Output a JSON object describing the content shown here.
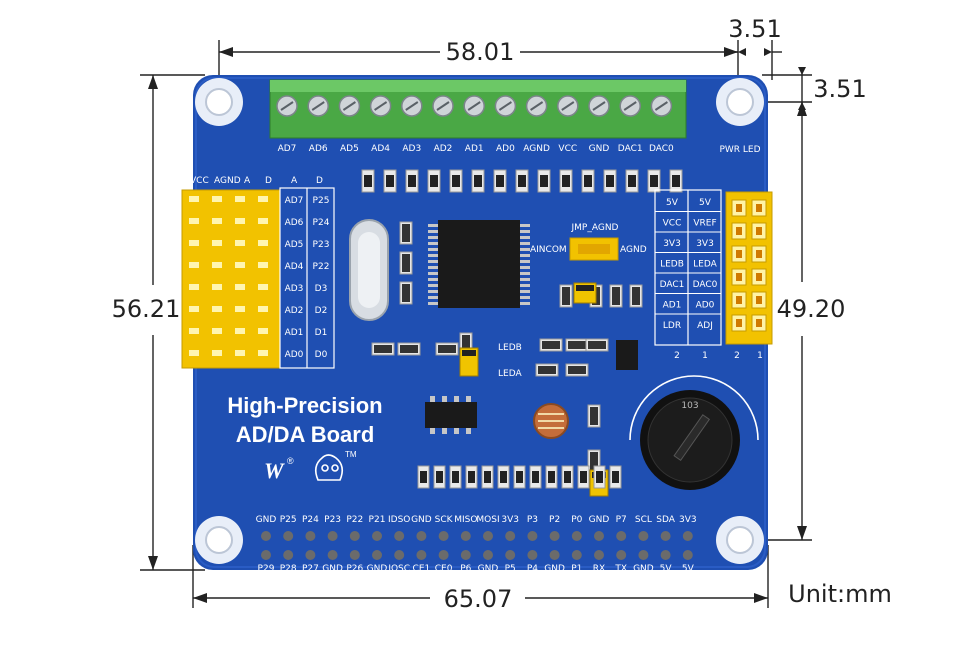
{
  "dimensions": {
    "top_width": "58.01",
    "right_offset_x": "3.51",
    "right_offset_y": "3.51",
    "left_height": "56.21",
    "right_height": "49.20",
    "bottom_width": "65.07",
    "unit_label": "Unit:mm"
  },
  "board": {
    "title_line1": "High-Precision",
    "title_line2": "AD/DA Board",
    "brand_mark": "W",
    "registered_mark": "®",
    "tm_mark": "TM",
    "colors": {
      "pcb": "#1f4fb2",
      "terminal": "#55b84f",
      "header_pin": "#f2c200",
      "silkscreen": "#ffffff",
      "dimension_line": "#222222"
    },
    "terminal_labels": [
      "AD7",
      "AD6",
      "AD5",
      "AD4",
      "AD3",
      "AD2",
      "AD1",
      "AD0",
      "AGND",
      "VCC",
      "GND",
      "DAC1",
      "DAC0"
    ],
    "pwr_led_label": "PWR LED",
    "left_header_top_labels": [
      "VCC",
      "AGND",
      "A",
      "D",
      "A",
      "D"
    ],
    "left_header_rows": [
      {
        "a": "AD7",
        "d": "P25"
      },
      {
        "a": "AD6",
        "d": "P24"
      },
      {
        "a": "AD5",
        "d": "P23"
      },
      {
        "a": "AD4",
        "d": "P22"
      },
      {
        "a": "AD3",
        "d": "D3"
      },
      {
        "a": "AD2",
        "d": "D2"
      },
      {
        "a": "AD1",
        "d": "D1"
      },
      {
        "a": "AD0",
        "d": "D0"
      }
    ],
    "jumper_label": "JMP_AGND",
    "jumper_left": "AINCOM",
    "jumper_right": "AGND",
    "led_b": "LEDB",
    "led_a": "LEDA",
    "jumper_table": [
      [
        "5V",
        "5V"
      ],
      [
        "VCC",
        "VREF"
      ],
      [
        "3V3",
        "3V3"
      ],
      [
        "LEDB",
        "LEDA"
      ],
      [
        "DAC1",
        "DAC0"
      ],
      [
        "AD1",
        "AD0"
      ],
      [
        "LDR",
        "ADJ"
      ]
    ],
    "jumper_table_footer": [
      "2",
      "1",
      "2",
      "1"
    ],
    "gpio_top_labels": [
      "GND",
      "P25",
      "P24",
      "P23",
      "P22",
      "P21",
      "IDSO",
      "GND",
      "SCK",
      "MISO",
      "MOSI",
      "3V3",
      "P3",
      "P2",
      "P0",
      "GND",
      "P7",
      "SCL",
      "SDA",
      "3V3"
    ],
    "gpio_bottom_labels": [
      "P29",
      "P28",
      "P27",
      "GND",
      "P26",
      "GND",
      "IOSC",
      "CE1",
      "CE0",
      "P6",
      "GND",
      "P5",
      "P4",
      "GND",
      "P1",
      "RX",
      "TX",
      "GND",
      "5V",
      "5V"
    ],
    "pot_label": "103"
  }
}
